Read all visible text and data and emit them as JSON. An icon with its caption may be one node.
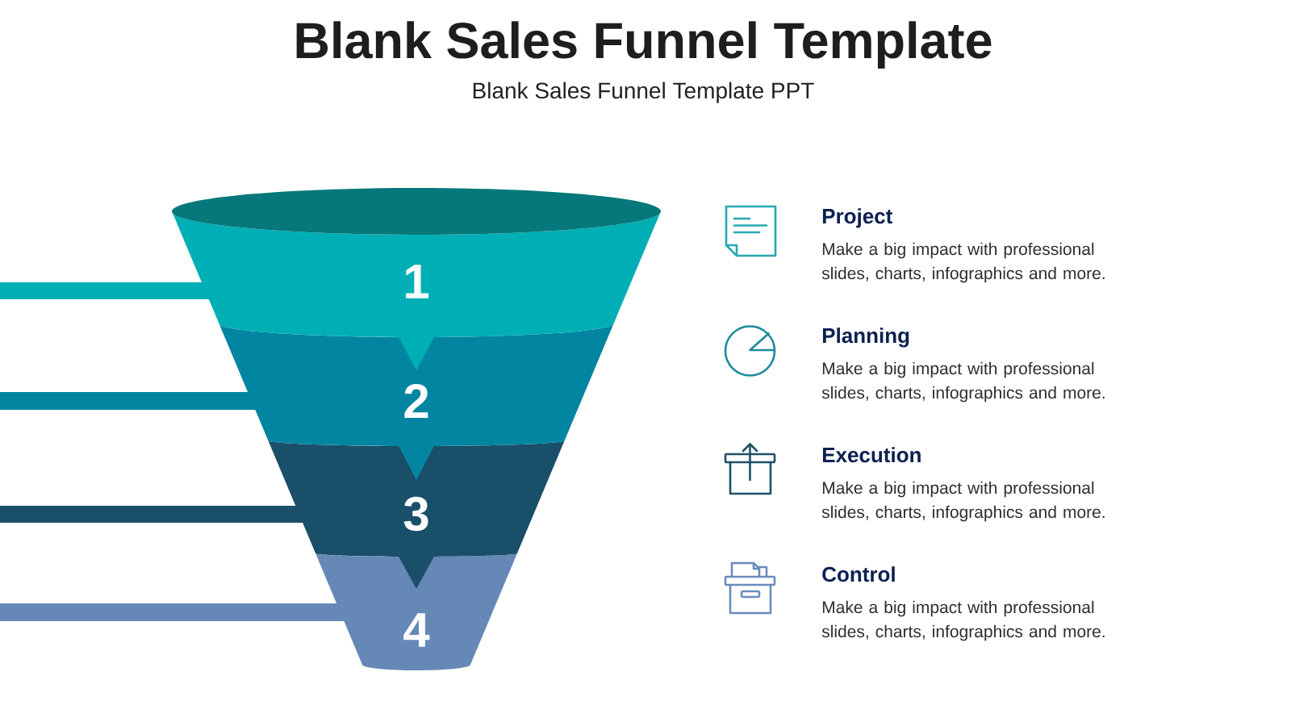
{
  "diagram": {
    "title": "Blank Sales Funnel Template",
    "nodes": [
      {
        "text": [
          "1"
        ]
      },
      {
        "text": [
          "2"
        ]
      },
      {
        "text": [
          "3"
        ]
      },
      {
        "text": [
          "4"
        ]
      }
    ],
    "labels": [
      "Blank Sales Funnel Template PPT",
      "Project",
      "Make a big impact with professional slides, charts, infographics and more.",
      "Planning",
      "Make a big impact with professional slides, charts, infographics and more.",
      "Execution",
      "Make a big impact with professional slides, charts, infographics and more.",
      "Control",
      "Make a big impact with professional slides, charts, infographics and more."
    ]
  }
}
